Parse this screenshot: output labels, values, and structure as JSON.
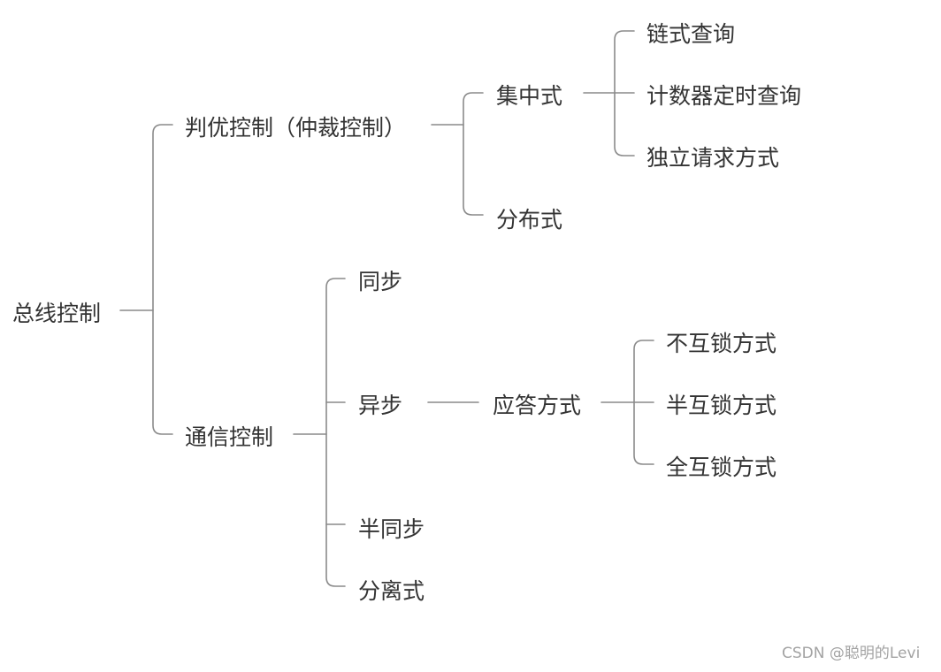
{
  "root": "总线控制",
  "arbitration": {
    "label": "判优控制（仲裁控制）",
    "centralized": {
      "label": "集中式",
      "methods": [
        "链式查询",
        "计数器定时查询",
        "独立请求方式"
      ]
    },
    "distributed": "分布式"
  },
  "communication": {
    "label": "通信控制",
    "sync": "同步",
    "async": {
      "label": "异步",
      "handshake": {
        "label": "应答方式",
        "methods": [
          "不互锁方式",
          "半互锁方式",
          "全互锁方式"
        ]
      }
    },
    "semi_sync": "半同步",
    "split": "分离式"
  },
  "watermark": "CSDN @聪明的Levi"
}
